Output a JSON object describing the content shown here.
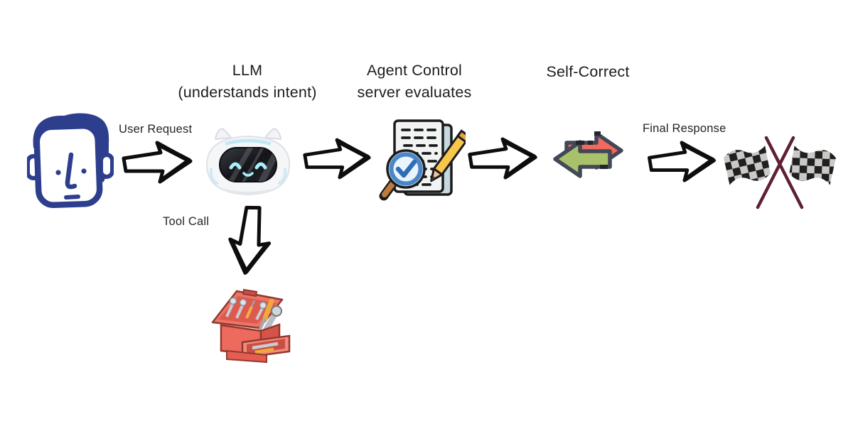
{
  "nodes": {
    "llm": {
      "title": "LLM",
      "subtitle": "(understands intent)"
    },
    "agent_control": {
      "title": "Agent Control",
      "subtitle": "server evaluates"
    },
    "self_correct": {
      "title": "Self-Correct"
    }
  },
  "edges": {
    "user_request": {
      "label": "User Request"
    },
    "final_response": {
      "label": "Final Response"
    },
    "tool_call": {
      "label": "Tool Call"
    }
  },
  "icons": {
    "user": "user-face-icon",
    "llm": "robot-icon",
    "agent_control": "document-check-icon",
    "self_correct": "swap-arrows-icon",
    "finish": "checkered-flags-icon",
    "tools": "toolbox-icon",
    "flow": "sketch-arrow-icon"
  },
  "colors": {
    "background": "#ffffff",
    "text": "#1c1c1c",
    "face_blue": "#2d3e8d",
    "arrow_black": "#0d0d0d",
    "correct_red": "#f2695e",
    "correct_green": "#a9c16a",
    "correct_outline": "#424856",
    "flag_pole": "#5d2034",
    "flag_dark": "#211f1f",
    "flag_light": "#c9c9c6",
    "toolbox_red": "#ee6a5e",
    "pencil_yellow": "#f8c64a",
    "magnifier_blue": "#4a86c8",
    "robot_eye_cyan": "#a9eef9"
  }
}
